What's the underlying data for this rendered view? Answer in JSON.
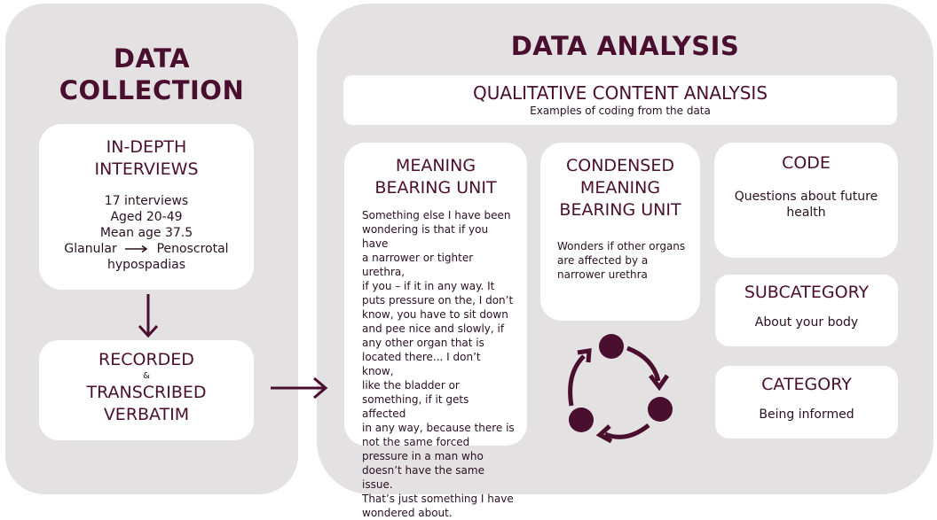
{
  "colors": {
    "accent": "#4a0f2e",
    "panel": "#e4e1e2",
    "card": "#ffffff"
  },
  "collection": {
    "title_lines": [
      "DATA",
      "COLLECTION"
    ],
    "interviews": {
      "title_lines": [
        "IN-DEPTH",
        "INTERVIEWS"
      ],
      "details": [
        "17 interviews",
        "Aged 20-49",
        "Mean age 37.5"
      ],
      "range_from": "Glanular",
      "range_to": "Penoscrotal",
      "range_suffix": "hypospadias"
    },
    "recorded": {
      "line1": "RECORDED",
      "amp": "&",
      "line2": "TRANSCRIBED",
      "line3": "VERBATIM"
    }
  },
  "analysis": {
    "title": "DATA ANALYSIS",
    "qca": {
      "title": "QUALITATIVE CONTENT ANALYSIS",
      "subtitle": "Examples of coding from the data"
    },
    "meaning_unit": {
      "title_lines": [
        "MEANING",
        "BEARING UNIT"
      ],
      "quote_lines": [
        "Something else I have been",
        "wondering is that if you have",
        "a narrower or tighter urethra,",
        "if you – if it in any way. It",
        "puts pressure on the, I don’t",
        "know, you have to sit down",
        "and pee nice and slowly, if",
        "any other organ that is",
        "located there... I don’t know,",
        "like the bladder or",
        "something, if it gets affected",
        "in any way, because there is",
        "not the same forced",
        "pressure in a man who",
        "doesn’t have the same issue.",
        "That’s just something I have",
        "wondered about."
      ]
    },
    "condensed": {
      "title_lines": [
        "CONDENSED",
        "MEANING",
        "BEARING UNIT"
      ],
      "text_lines": [
        "Wonders if other organs",
        "are affected by a",
        "narrower urethra"
      ]
    },
    "code": {
      "title": "CODE",
      "text_lines": [
        "Questions about future",
        "health"
      ]
    },
    "subcategory": {
      "title": "SUBCATEGORY",
      "text": "About your body"
    },
    "category": {
      "title": "CATEGORY",
      "text": "Being informed"
    }
  }
}
